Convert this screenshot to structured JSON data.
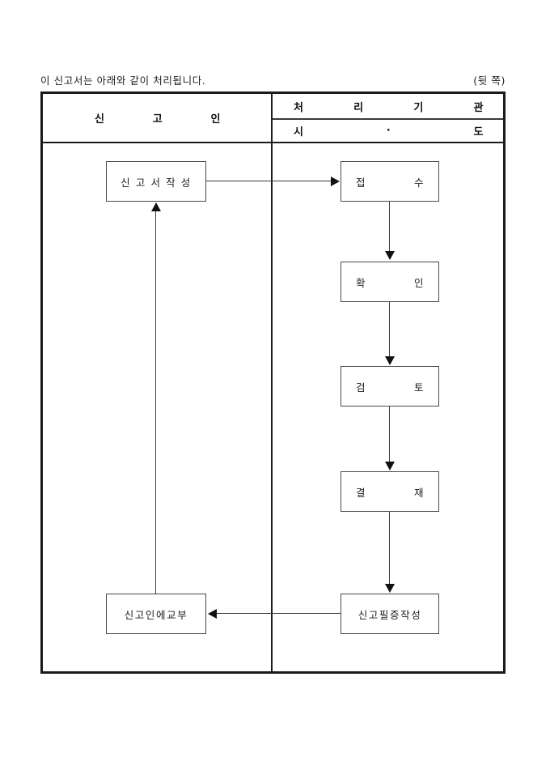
{
  "page": {
    "intro_text": "이 신고서는 아래와 같이 처리됩니다.",
    "side_label": "(뒷 쪽)"
  },
  "table": {
    "header": {
      "declarant": {
        "char_1": "신",
        "char_2": "고",
        "char_3": "인"
      },
      "agency": {
        "char_1": "처",
        "char_2": "리",
        "char_3": "기",
        "char_4": "관"
      },
      "sido": {
        "char_1": "시",
        "char_2": "·",
        "char_3": "도"
      }
    }
  },
  "flow": {
    "declarant_column": [
      {
        "id": "write-form",
        "label": "신 고 서 작 성"
      },
      {
        "id": "deliver-to-declarant",
        "label": "신고인에교부"
      }
    ],
    "agency_column": [
      {
        "id": "receive",
        "left": "접",
        "right": "수"
      },
      {
        "id": "confirm",
        "left": "확",
        "right": "인"
      },
      {
        "id": "review",
        "left": "검",
        "right": "토"
      },
      {
        "id": "approve",
        "left": "결",
        "right": "재"
      },
      {
        "id": "issue-certificate",
        "label": "신고필증작성"
      }
    ]
  },
  "colors": {
    "frame_border": "#1a1a1a",
    "box_border": "#4a4a4a",
    "connector": "#3c3c3c",
    "arrowhead": "#111111",
    "text": "#1c1c1c",
    "background": "#ffffff"
  }
}
